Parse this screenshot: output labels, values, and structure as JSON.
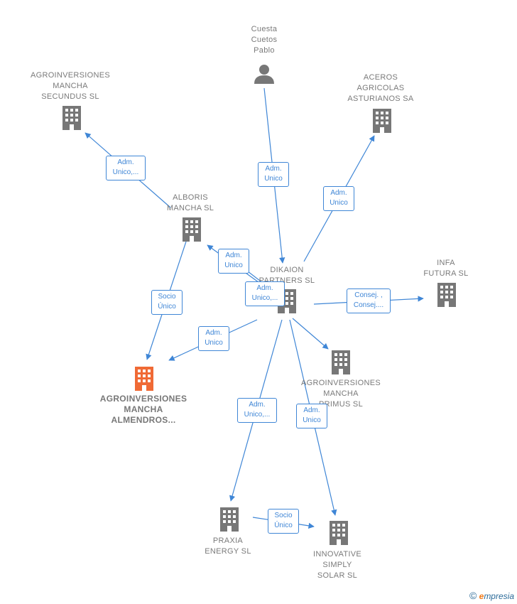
{
  "colors": {
    "edge": "#3f86d6",
    "node": "#777777",
    "focus": "#f06a35"
  },
  "nodes": [
    {
      "id": "cuesta",
      "label": "Cuesta\nCuetos\nPablo",
      "icon": "person-icon"
    },
    {
      "id": "agro_secundus",
      "label": "AGROINVERSIONES\nMANCHA\nSECUNDUS  SL",
      "icon": "building-icon"
    },
    {
      "id": "aceros",
      "label": "ACEROS\nAGRICOLAS\nASTURIANOS SA",
      "icon": "building-icon"
    },
    {
      "id": "alboris",
      "label": "ALBORIS\nMANCHA  SL",
      "icon": "building-icon"
    },
    {
      "id": "dikaion",
      "label": "DIKAION\nPARTNERS SL",
      "icon": "building-icon"
    },
    {
      "id": "infa",
      "label": "INFA\nFUTURA SL",
      "icon": "building-icon"
    },
    {
      "id": "agro_almendros",
      "label": "AGROINVERSIONES\nMANCHA\nALMENDROS...",
      "icon": "building-icon",
      "focus": true
    },
    {
      "id": "agro_primus",
      "label": "AGROINVERSIONES\nMANCHA\nPRIMUS  SL",
      "icon": "building-icon"
    },
    {
      "id": "praxia",
      "label": "PRAXIA\nENERGY  SL",
      "icon": "building-icon"
    },
    {
      "id": "innovative",
      "label": "INNOVATIVE\nSIMPLY\nSOLAR  SL",
      "icon": "building-icon"
    }
  ],
  "edges": [
    {
      "id": "cuesta-dikaion",
      "label": "Adm.\nUnico"
    },
    {
      "id": "alboris-secundus",
      "label": "Adm.\nUnico,..."
    },
    {
      "id": "dikaion-aceros",
      "label": "Adm.\nUnico"
    },
    {
      "id": "dikaion-alboris-1",
      "label": "Adm.\nUnico"
    },
    {
      "id": "dikaion-alboris-2",
      "label": "Adm.\nUnico,..."
    },
    {
      "id": "dikaion-infa",
      "label": "Consej. ,\nConsej...."
    },
    {
      "id": "alboris-almendros",
      "label": "Socio\nÚnico"
    },
    {
      "id": "dikaion-almendros",
      "label": "Adm.\nUnico"
    },
    {
      "id": "dikaion-primus",
      "label": ""
    },
    {
      "id": "dikaion-praxia",
      "label": "Adm.\nUnico,..."
    },
    {
      "id": "dikaion-innovative",
      "label": "Adm.\nUnico"
    },
    {
      "id": "praxia-innovative",
      "label": "Socio\nÚnico"
    }
  ],
  "brand": {
    "copyright": "©",
    "initial": "e",
    "name": "mpresia"
  }
}
